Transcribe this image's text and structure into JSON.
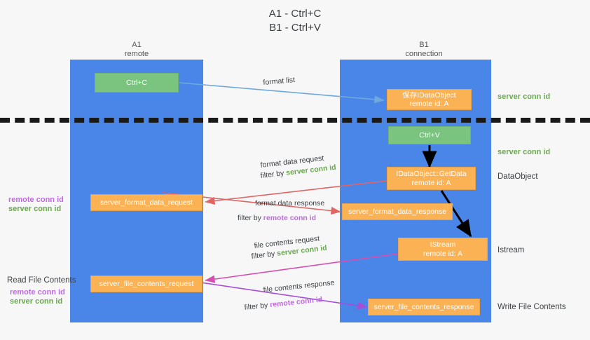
{
  "title": {
    "line1": "A1 - Ctrl+C",
    "line2": "B1 - Ctrl+V"
  },
  "lanes": [
    {
      "name": "A1",
      "sub": "remote"
    },
    {
      "name": "B1",
      "sub": "connection"
    }
  ],
  "nodes": {
    "ctrl_c": {
      "line1": "Ctrl+C",
      "line2": ""
    },
    "save_dataobject": {
      "line1": "保存IDataObject",
      "line2": "remote id: A"
    },
    "ctrl_v": {
      "line1": "Ctrl+V",
      "line2": ""
    },
    "getdata": {
      "line1": "IDataObject::GetData",
      "line2": "remote id: A"
    },
    "istream": {
      "line1": "IStream",
      "line2": "remote id: A"
    },
    "fmt_req": {
      "line1": "server_format_data_request",
      "line2": ""
    },
    "fmt_resp": {
      "line1": "server_format_data_response",
      "line2": ""
    },
    "file_req": {
      "line1": "server_file_contents_request",
      "line2": ""
    },
    "file_resp": {
      "line1": "server_file_contents_response",
      "line2": ""
    }
  },
  "edges": {
    "format_list": {
      "label": "format list"
    },
    "fmt_data_req": {
      "label": "format data request",
      "filter_prefix": "filter by ",
      "filter_id": "server conn id"
    },
    "fmt_data_resp": {
      "label": "format data response",
      "filter_prefix": "filter by ",
      "filter_id": "remote conn id"
    },
    "file_contents_req": {
      "label": "file contents request",
      "filter_prefix": "filter by ",
      "filter_id": "server conn id"
    },
    "file_contents_resp": {
      "label": "file contents response",
      "filter_prefix": "filter by ",
      "filter_id": "remote conn id"
    }
  },
  "right_labels": {
    "server_conn_id_top": "server conn id",
    "server_conn_id_mid": "server conn id",
    "dataobject": "DataObject",
    "istream": "Istream",
    "write_file_contents": "Write File Contents"
  },
  "left_labels": {
    "remote_conn_id_1": "remote conn id",
    "server_conn_id_1": "server conn id",
    "read_file_contents": "Read File Contents",
    "remote_conn_id_2": "remote conn id",
    "server_conn_id_2": "server conn id"
  },
  "colors": {
    "lane": "#4a86e8",
    "orange": "#fbb254",
    "green": "#7ac47f",
    "server_conn_id": "#6aa84f",
    "remote_conn_id": "#c06ae0",
    "arrow_blue": "#6fa8dc",
    "arrow_red": "#e06666",
    "arrow_pink": "#d64fb0",
    "arrow_purple": "#a64fd6",
    "arrow_black": "#000000",
    "divider": "#1a1a1a"
  }
}
